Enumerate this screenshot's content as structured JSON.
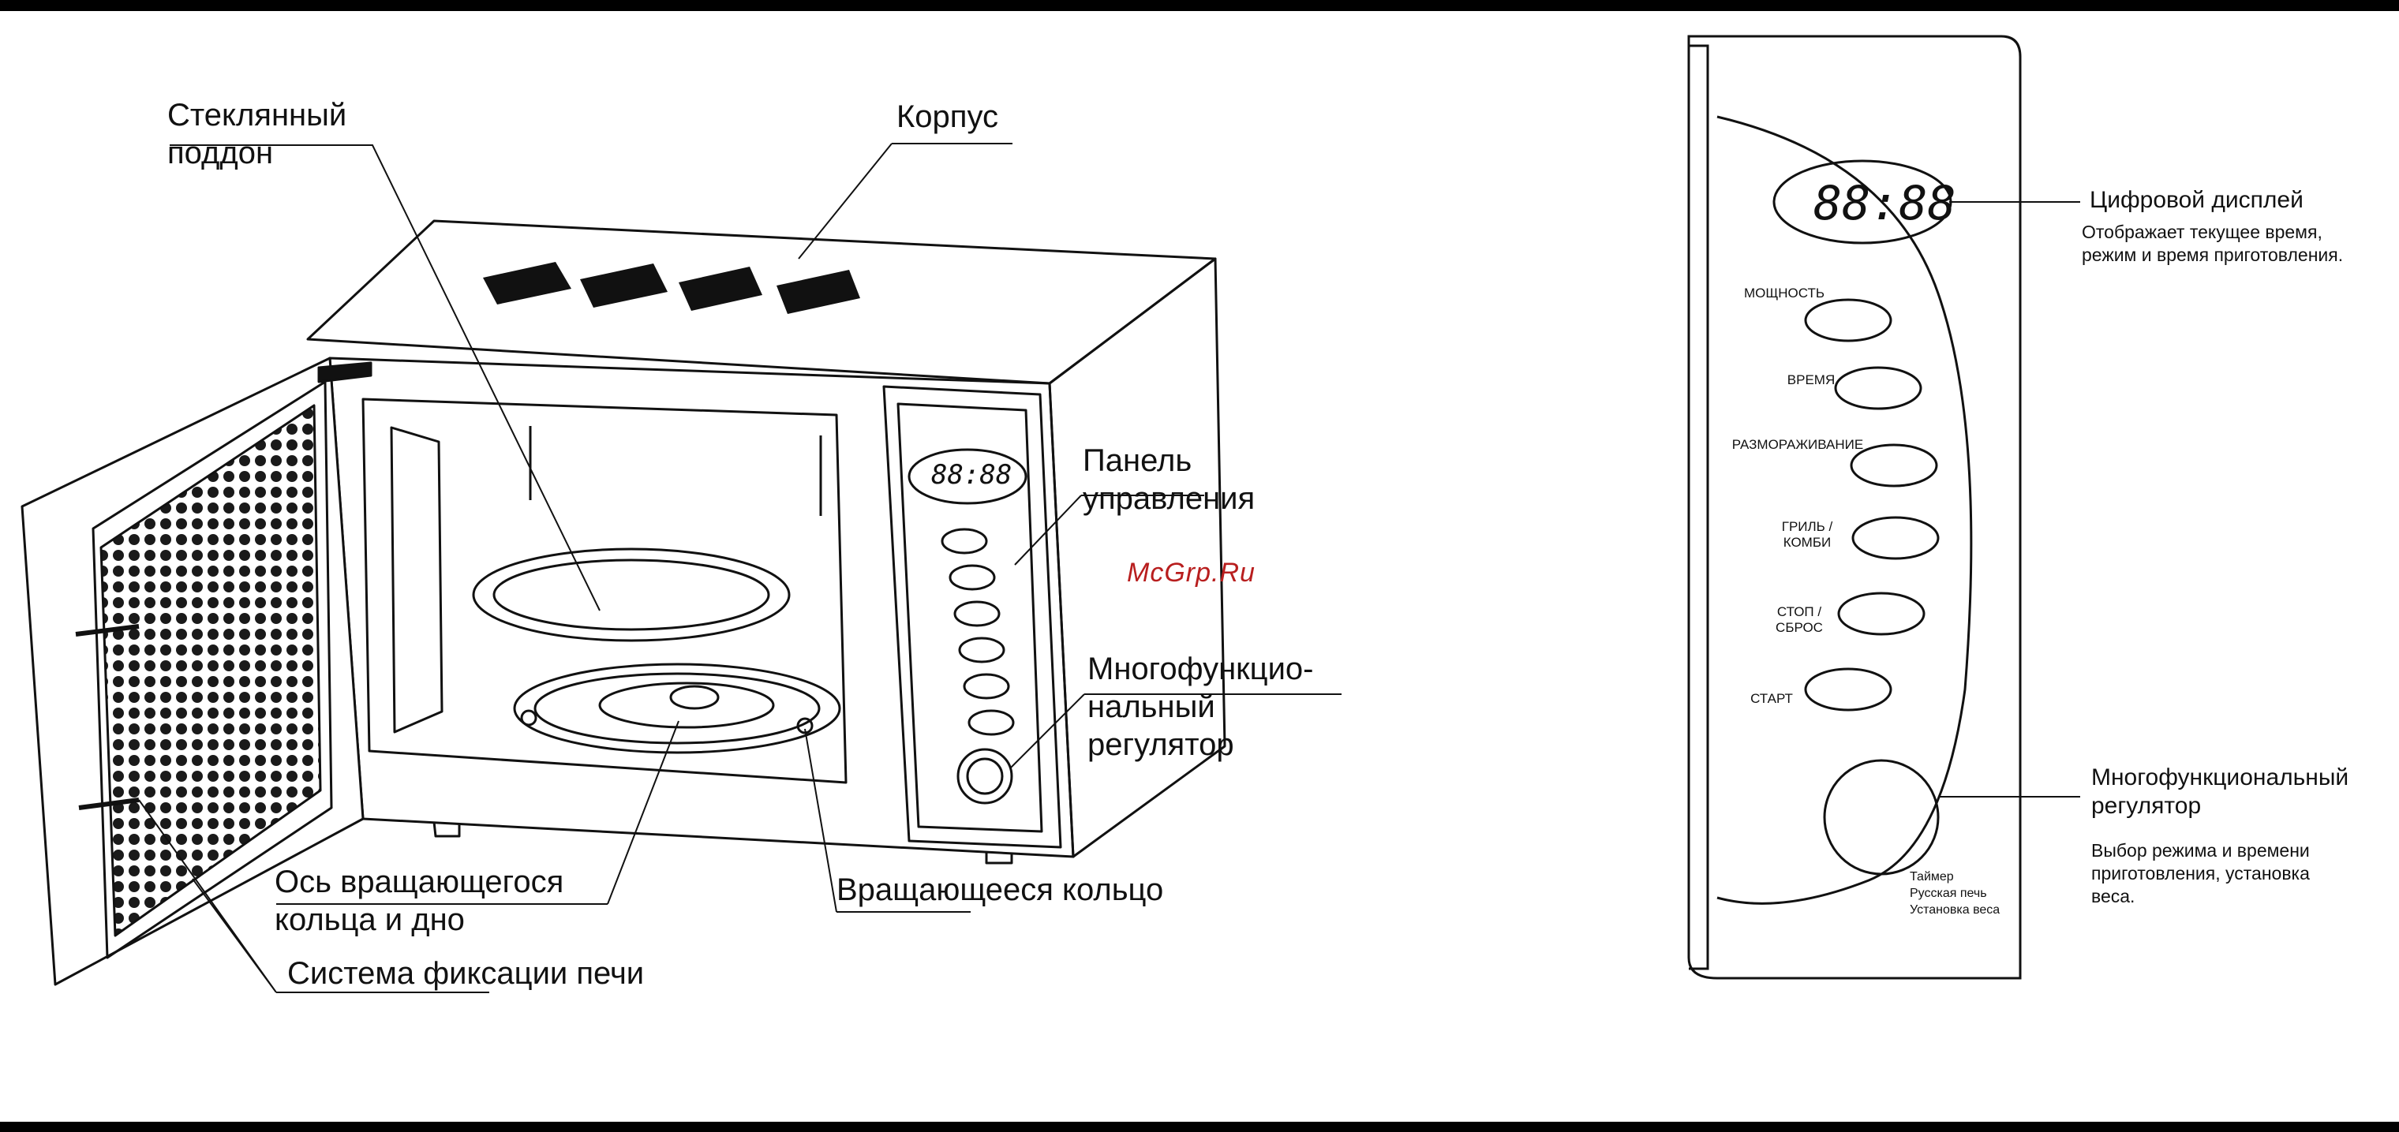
{
  "labels": {
    "glass_tray": [
      "Стеклянный",
      "поддон"
    ],
    "body": "Корпус",
    "control_panel": [
      "Панель",
      "управления"
    ],
    "multi_knob": [
      "Многофункцио-",
      "нальный",
      "регулятор"
    ],
    "axis": [
      "Ось вращающегося",
      "кольца и дно"
    ],
    "lock_system": "Система фиксации печи",
    "rotating_ring": "Вращающееся кольцо",
    "watermark": "McGrp.Ru"
  },
  "display_value": "88:88",
  "panel": {
    "buttons": [
      {
        "label": "МОЩНОСТЬ"
      },
      {
        "label": "ВРЕМЯ"
      },
      {
        "label": "РАЗМОРАЖИВАНИЕ"
      },
      {
        "label": "ГРИЛЬ /\nКОМБИ"
      },
      {
        "label": "СТОП /\nСБРОС"
      },
      {
        "label": "СТАРТ"
      }
    ],
    "knob_modes": [
      "Таймер",
      "Русская печь",
      "Установка веса"
    ],
    "display_title": "Цифровой дисплей",
    "display_desc": "Отображает текущее время,\nрежим и время приготовления.",
    "knob_title": "Многофункциональный\nрегулятор",
    "knob_desc": "Выбор режима и времени\nприготовления, установка\nвеса."
  }
}
